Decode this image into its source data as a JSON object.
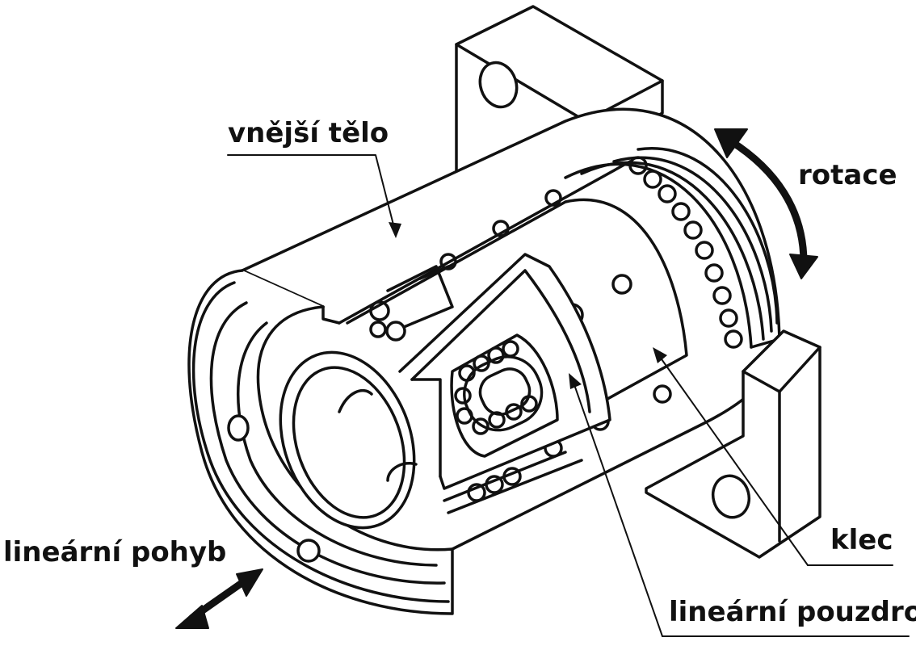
{
  "labels": {
    "outer_body": "vnější tělo",
    "rotation": "rotace",
    "cage": "klec",
    "linear_motion": "lineární pohyb",
    "linear_bushing": "lineární pouzdro"
  },
  "colors": {
    "line": "#111111",
    "background": "#ffffff"
  }
}
